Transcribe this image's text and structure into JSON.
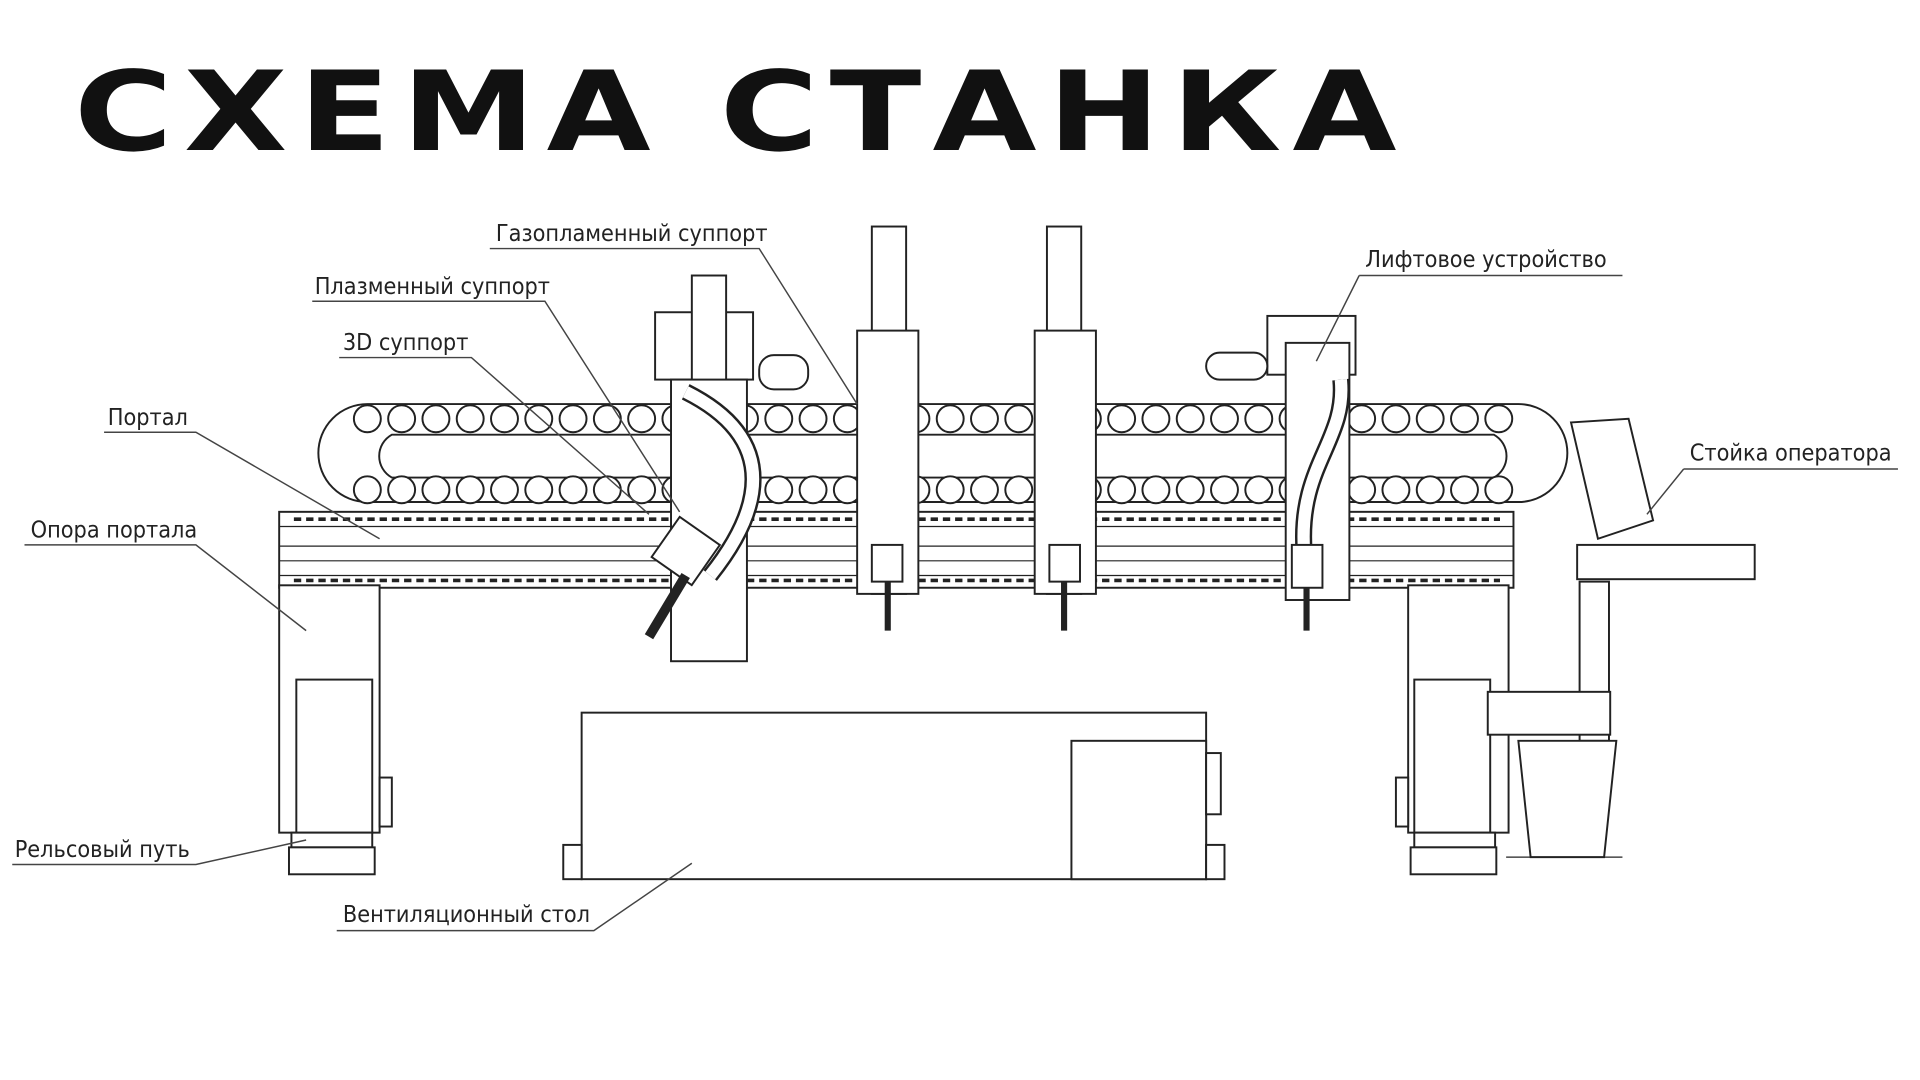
{
  "title": "СХЕМА СТАНКА",
  "labels": {
    "gas_flame_support": "Газопламенный суппорт",
    "plasma_support": "Плазменный суппорт",
    "support_3d": "3D суппорт",
    "portal": "Портал",
    "portal_support": "Опора портала",
    "rail_track": "Рельсовый путь",
    "ventilation_table": "Вентиляционный стол",
    "lift_device": "Лифтовое устройство",
    "operator_stand": "Стойка оператора"
  }
}
